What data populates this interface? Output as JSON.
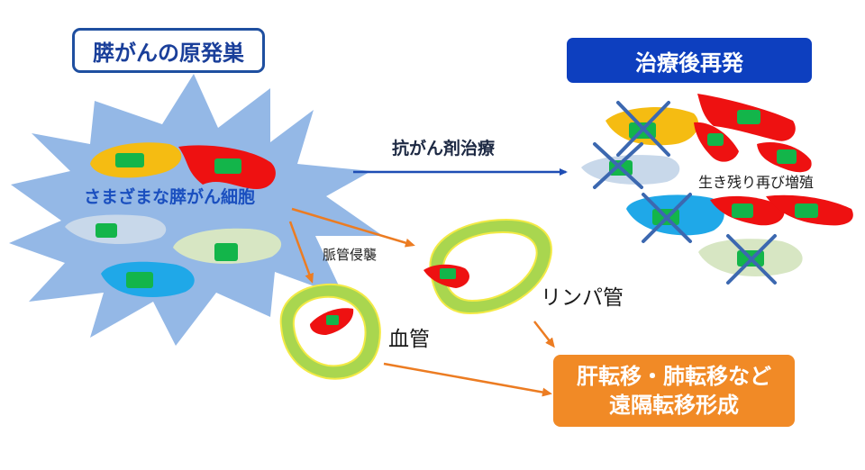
{
  "title_primary": "膵がんの原発巣",
  "title_relapse": "治療後再発",
  "label_various_cells": "さまざまな膵がん細胞",
  "label_chemo": "抗がん剤治療",
  "label_survive": "生き残り再び増殖",
  "label_invasion": "脈管侵襲",
  "label_lymph": "リンパ管",
  "label_blood": "血管",
  "metastasis": {
    "line1": "肝転移・肺転移など",
    "line2": "遠隔転移形成"
  },
  "colors": {
    "star_fill": "#94b8e6",
    "cell_yellow": "#f5bc12",
    "cell_red": "#ee1111",
    "cell_lightblue": "#c8d8ea",
    "cell_green": "#d7e6c3",
    "cell_blue": "#1fa8e8",
    "nucleus": "#13b54a",
    "cross": "#3c68b0",
    "arrow_blue": "#1e4db4",
    "arrow_orange": "#ec7c22",
    "vessel_ring": "#a9d64f"
  }
}
